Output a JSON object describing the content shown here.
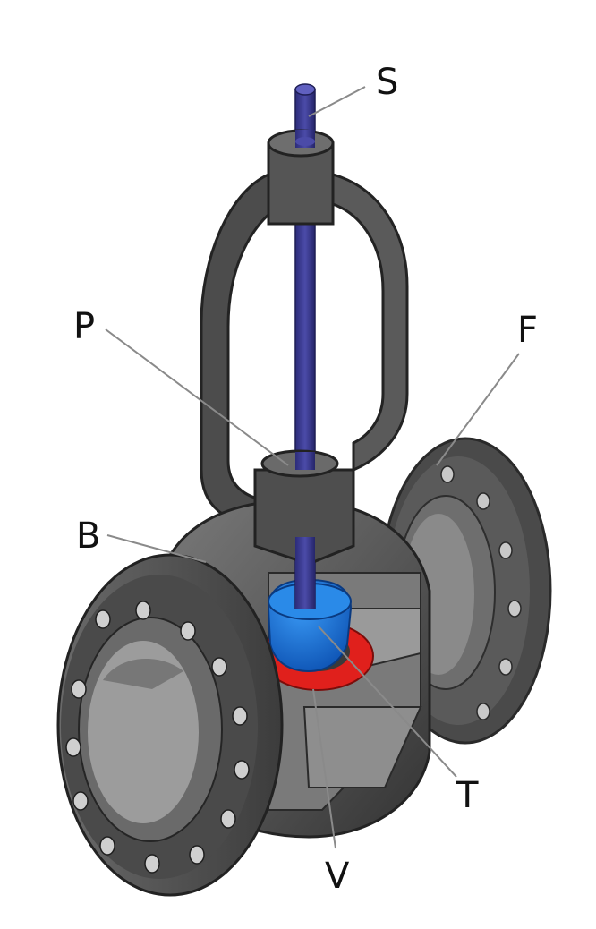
{
  "labels": {
    "stem": "S",
    "packing": "P",
    "flange": "F",
    "body": "B",
    "plug": "T",
    "seat": "V"
  },
  "colors": {
    "background": "#ffffff",
    "body_dark": "#3a3a3a",
    "body_mid": "#5e5e5e",
    "body_light": "#8c8c8c",
    "stem": "#3c3c8c",
    "plug": "#1e6fd6",
    "seat": "#e0201c",
    "leader": "#8a8a8a",
    "text": "#111111"
  }
}
